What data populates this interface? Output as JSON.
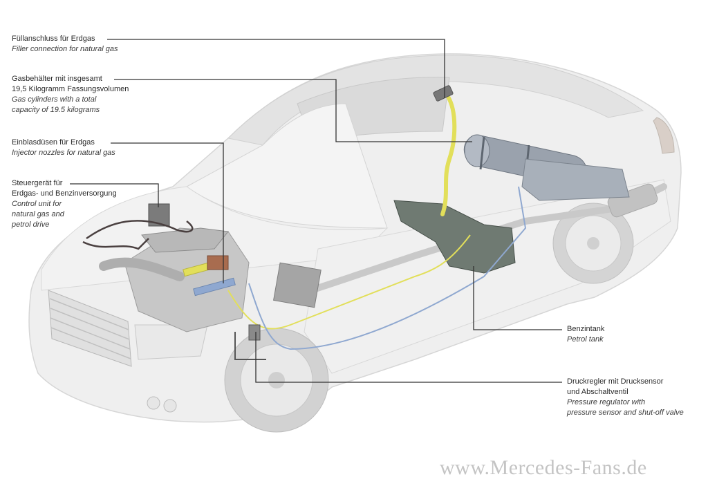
{
  "diagram": {
    "subject": "Car cutaway showing natural gas (CNG) and petrol fuel system components",
    "labels": [
      {
        "id": "filler",
        "de": "Füllanschluss für Erdgas",
        "en": "Filler connection for natural gas"
      },
      {
        "id": "cylinders",
        "de": [
          "Gasbehälter mit insgesamt",
          "19,5 Kilogramm Fassungsvolumen"
        ],
        "en": [
          "Gas cylinders with a total",
          "capacity of 19.5 kilograms"
        ]
      },
      {
        "id": "injectors",
        "de": "Einblasdüsen für Erdgas",
        "en": "Injector nozzles for natural gas"
      },
      {
        "id": "control-unit",
        "de": [
          "Steuergerät für",
          "Erdgas- und Benzinversorgung"
        ],
        "en": [
          "Control unit for",
          "natural gas and",
          "petrol drive"
        ]
      },
      {
        "id": "petrol-tank",
        "de": "Benzintank",
        "en": "Petrol tank"
      },
      {
        "id": "pressure-regulator",
        "de": [
          "Druckregler mit Drucksensor",
          "und Abschaltventil"
        ],
        "en": [
          "Pressure regulator with",
          "pressure sensor and shut-off valve"
        ]
      }
    ],
    "colors": {
      "gas_line": "#e2df5a",
      "petrol_line": "#8fa8d0",
      "leader_line": "#333333",
      "car_body": "#e8e8e8",
      "tank": "#6f7a72",
      "cylinder": "#9aa2ad"
    }
  },
  "watermark": "www.Mercedes-Fans.de"
}
